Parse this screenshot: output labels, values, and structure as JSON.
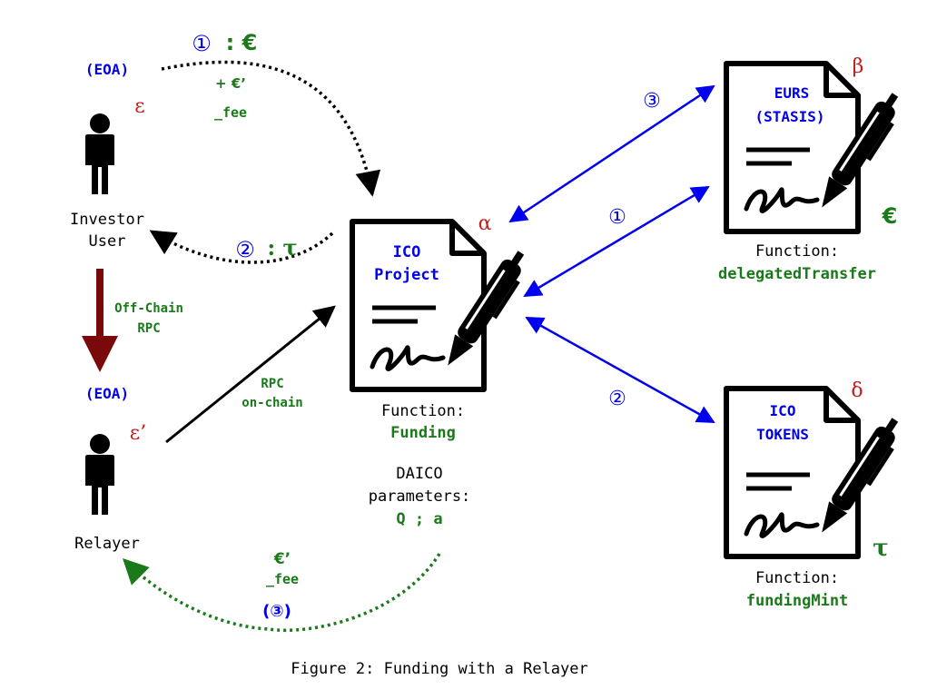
{
  "figure": {
    "caption": "Figure 2: Funding with a Relayer"
  },
  "investor": {
    "eoa": "(EOA)",
    "symbol": "ε",
    "label_line1": "Investor",
    "label_line2": "User"
  },
  "relayer": {
    "eoa": "(EOA)",
    "symbol": "ε’",
    "label": "Relayer"
  },
  "offchain": {
    "line1": "Off-Chain",
    "line2": "RPC"
  },
  "rpc_onchain": {
    "line1": "RPC",
    "line2": "on-chain"
  },
  "step1_top": {
    "num": "①",
    "text": ": €",
    "fee_line1": "+ €’",
    "fee_line2": "_fee"
  },
  "step2_return": {
    "num": "②",
    "text": ": τ"
  },
  "relayer_fee": {
    "line1": "€’",
    "line2": "_fee",
    "line3": "(③)"
  },
  "ico_project": {
    "title_line1": "ICO",
    "title_line2": "Project",
    "symbol": "α",
    "function_label": "Function:",
    "function_name": "Funding",
    "params_line1": "DAICO",
    "params_line2": "parameters:",
    "params_line3": "Q ; a"
  },
  "eurs": {
    "title_line1": "EURS",
    "title_line2": "(STASIS)",
    "symbol": "β",
    "currency": "€",
    "function_label": "Function:",
    "function_name": "delegatedTransfer"
  },
  "ico_tokens": {
    "title_line1": "ICO",
    "title_line2": "TOKENS",
    "symbol": "δ",
    "currency": "τ",
    "function_label": "Function:",
    "function_name": "fundingMint"
  },
  "blue_arrows": {
    "to_eurs_top": "③",
    "to_eurs_mid": "①",
    "to_tokens": "②"
  },
  "colors": {
    "blue": "#0000ee",
    "green": "#1a7a1a",
    "red": "#c41e1e",
    "darkred": "#7a0a0a",
    "black": "#000000"
  }
}
